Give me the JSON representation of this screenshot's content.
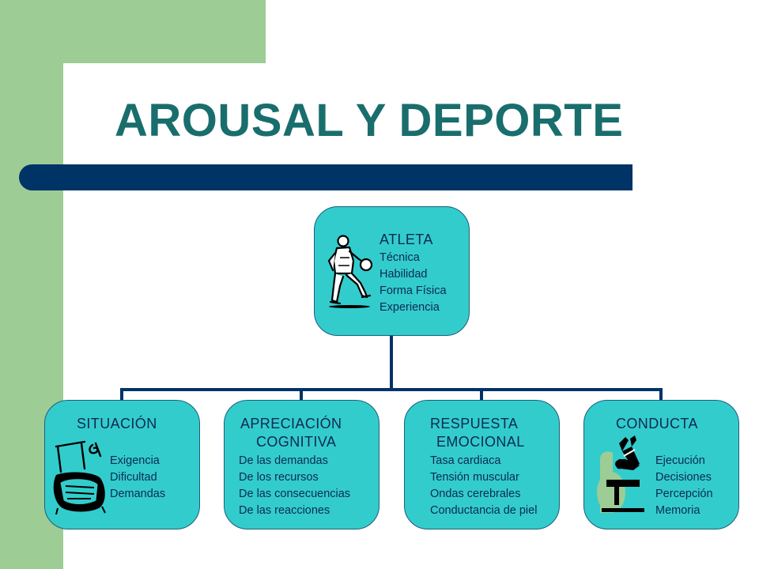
{
  "title": "AROUSAL Y DEPORTE",
  "root": {
    "heading": "ATLETA",
    "items": [
      "Técnica",
      "Habilidad",
      "Forma Física",
      "Experiencia"
    ],
    "icon": "basketball-player-icon"
  },
  "children": [
    {
      "heading": "SITUACIÓN",
      "items": [
        "Exigencia",
        "Dificultad",
        "Demandas"
      ],
      "icon": "hurdle-equipment-icon"
    },
    {
      "heading_lines": [
        "APRECIACIÓN",
        "COGNITIVA"
      ],
      "items": [
        "De las demandas",
        "De los recursos",
        "De las consecuencias",
        "De las reacciones"
      ]
    },
    {
      "heading_lines": [
        "RESPUESTA",
        "EMOCIONAL"
      ],
      "items": [
        "Tasa cardiaca",
        "Tensión muscular",
        "Ondas cerebrales",
        "Conductancia  de piel"
      ]
    },
    {
      "heading": "CONDUCTA",
      "items": [
        "Ejecución",
        "Decisiones",
        "Percepción",
        "Memoria"
      ],
      "icon": "gymnast-icon"
    }
  ],
  "colors": {
    "accent_green": "#9dcc95",
    "title_teal": "#196d6d",
    "bar_navy": "#003366",
    "box_fill": "#33cccc",
    "connector": "#003366"
  }
}
